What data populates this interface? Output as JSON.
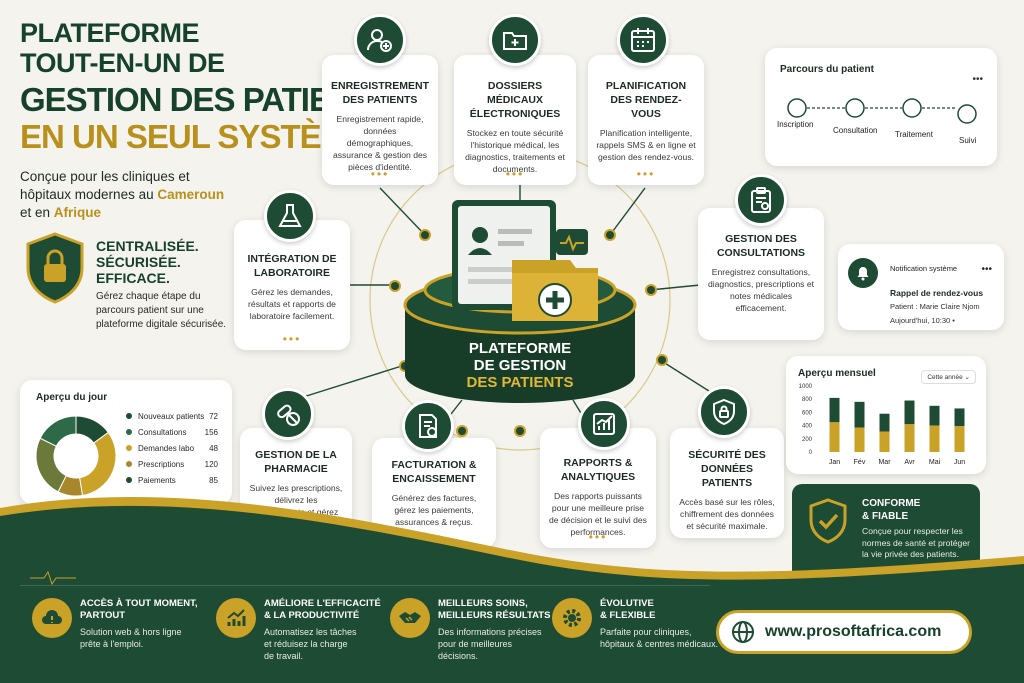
{
  "hero": {
    "line1": "PLATEFORME",
    "line2": "TOUT-EN-UN DE",
    "line3": "GESTION DES PATIENTS",
    "line4": "EN UN SEUL SYSTÈME",
    "sub_a": "Conçue pour les cliniques et",
    "sub_b": "hôpitaux modernes au ",
    "sub_c": "Cameroun",
    "sub_d": "et en ",
    "sub_e": "Afrique"
  },
  "secure": {
    "l1": "CENTRALISÉE.",
    "l2": "SÉCURISÉE.",
    "l3": "EFFICACE.",
    "desc": "Gérez chaque étape du parcours patient sur une plateforme digitale sécurisée."
  },
  "center": {
    "l1": "PLATEFORME",
    "l2": "DE GESTION",
    "l3": "DES PATIENTS"
  },
  "modules": {
    "enregistrement": {
      "title": "ENREGISTREMENT DES PATIENTS",
      "desc": "Enregistrement rapide, données démographiques, assurance & gestion des pièces d'identité."
    },
    "dossiers": {
      "title": "DOSSIERS MÉDICAUX ÉLECTRONIQUES",
      "desc": "Stockez en toute sécurité l'historique médical, les diagnostics, traitements et documents."
    },
    "planification": {
      "title": "PLANIFICATION DES RENDEZ-VOUS",
      "desc": "Planification intelligente, rappels SMS & en ligne et gestion des rendez-vous."
    },
    "laboratoire": {
      "title": "INTÉGRATION DE LABORATOIRE",
      "desc": "Gérez les demandes, résultats et rapports de laboratoire facilement."
    },
    "consultations": {
      "title": "GESTION DES CONSULTATIONS",
      "desc": "Enregistrez consultations, diagnostics, prescriptions et notes médicales efficacement."
    },
    "pharmacie": {
      "title": "GESTION DE LA PHARMACIE",
      "desc": "Suivez les prescriptions, délivrez les médicaments et gérez les stocks."
    },
    "facturation": {
      "title": "FACTURATION & ENCAISSEMENT",
      "desc": "Générez des factures, gérez les paiements, assurances & reçus."
    },
    "rapports": {
      "title": "RAPPORTS & ANALYTIQUES",
      "desc": "Des rapports puissants pour une meilleure prise de décision et le suivi des performances."
    },
    "securite": {
      "title": "SÉCURITÉ DES DONNÉES PATIENTS",
      "desc": "Accès basé sur les rôles, chiffrement des données et sécurité maximale."
    }
  },
  "journey": {
    "title": "Parcours du patient",
    "menu": "•••",
    "steps": [
      "Inscription",
      "Consultation",
      "Traitement",
      "Suivi"
    ]
  },
  "notification": {
    "title": "Notification système",
    "menu": "•••",
    "heading": "Rappel de rendez-vous",
    "patient": "Patient : Marie Claire Njom",
    "time": "Aujourd'hui, 10:30 •"
  },
  "day": {
    "title": "Aperçu du jour",
    "items": [
      {
        "label": "Nouveaux patients",
        "value": 72,
        "color": "#1e4b33"
      },
      {
        "label": "Consultations",
        "value": 156,
        "color": "#c9a227"
      },
      {
        "label": "Demandes labo",
        "value": 48,
        "color": "#a8862b"
      },
      {
        "label": "Prescriptions",
        "value": 120,
        "color": "#6b7a3a"
      },
      {
        "label": "Paiements",
        "value": 85,
        "color": "#2f6a48"
      }
    ]
  },
  "monthly": {
    "title": "Aperçu mensuel",
    "filter": "Cette année",
    "filter_icon": "chevron-down-icon",
    "yticks": [
      "1000",
      "800",
      "600",
      "400",
      "200",
      "0"
    ],
    "ymax": 1000,
    "months": [
      "Jan",
      "Fév",
      "Mar",
      "Avr",
      "Mai",
      "Jun"
    ],
    "green": [
      820,
      760,
      580,
      780,
      700,
      660
    ],
    "gold": [
      450,
      370,
      310,
      420,
      400,
      390
    ]
  },
  "conforme": {
    "l1": "CONFORME",
    "l2": "& FIABLE",
    "desc": "Conçue pour respecter les normes de santé et protéger la vie privée des patients."
  },
  "bottom": [
    {
      "t1": "ACCÈS À TOUT MOMENT,",
      "t2": "PARTOUT",
      "d1": "Solution web & hors ligne",
      "d2": "prête à l'emploi.",
      "d3": ""
    },
    {
      "t1": "AMÉLIORE L'EFFICACITÉ",
      "t2": "& LA PRODUCTIVITÉ",
      "d1": "Automatisez les tâches",
      "d2": "et réduisez la charge",
      "d3": "de travail."
    },
    {
      "t1": "MEILLEURS SOINS,",
      "t2": "MEILLEURS RÉSULTATS",
      "d1": "Des informations précises",
      "d2": "pour de meilleures",
      "d3": "décisions."
    },
    {
      "t1": "ÉVOLUTIVE",
      "t2": "& FLEXIBLE",
      "d1": "Parfaite pour cliniques,",
      "d2": "hôpitaux & centres médicaux.",
      "d3": ""
    }
  ],
  "website": "www.prosoftafrica.com",
  "colors": {
    "green": "#1e4b33",
    "gold": "#c9a227",
    "bg": "#f4f3ee"
  }
}
